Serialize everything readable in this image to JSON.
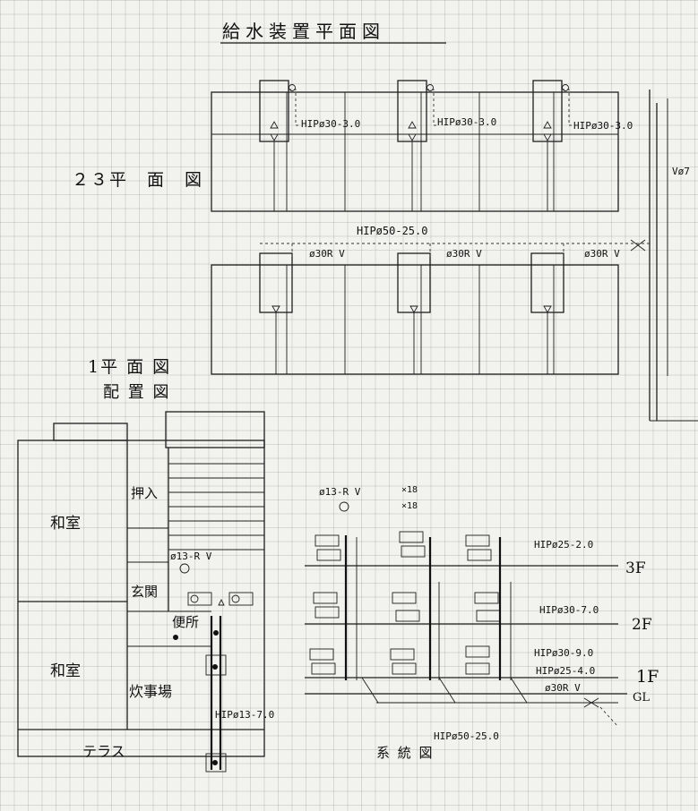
{
  "title": "給水装置平面図",
  "plan_23": {
    "label": "２３平　面　図",
    "branch_labels": [
      "HIPø30-3.0",
      "HIPø30-3.0",
      "HIPø30-3.0"
    ],
    "riser_label": "Vø7"
  },
  "plan_1": {
    "label": "1平 面 図",
    "main_label": "HIPø50-25.0",
    "branch_labels": [
      "ø30R V",
      "ø30R V",
      "ø30R V"
    ]
  },
  "layout": {
    "label": "配 置 図",
    "rooms": {
      "washitsu_top": "和室",
      "washitsu_bottom": "和室",
      "oshiire": "押入",
      "genkan": "玄関",
      "benjo": "便所",
      "suijiba": "炊事場",
      "terrace": "テラス"
    },
    "meter_label": "ø13-R V",
    "pipe_label": "HIPø13-7.0"
  },
  "system": {
    "label": "系 統 図",
    "meter_label": "ø13-R V",
    "meter_counts": [
      "×18",
      "×18"
    ],
    "floors": [
      "3F",
      "2F",
      "1F"
    ],
    "ground": "GL",
    "riser_labels": [
      "HIPø25-2.0",
      "HIPø30-7.0",
      "HIPø30-9.0",
      "HIPø25-4.0"
    ],
    "valve_label": "ø30R V",
    "main_label": "HIPø50-25.0"
  }
}
